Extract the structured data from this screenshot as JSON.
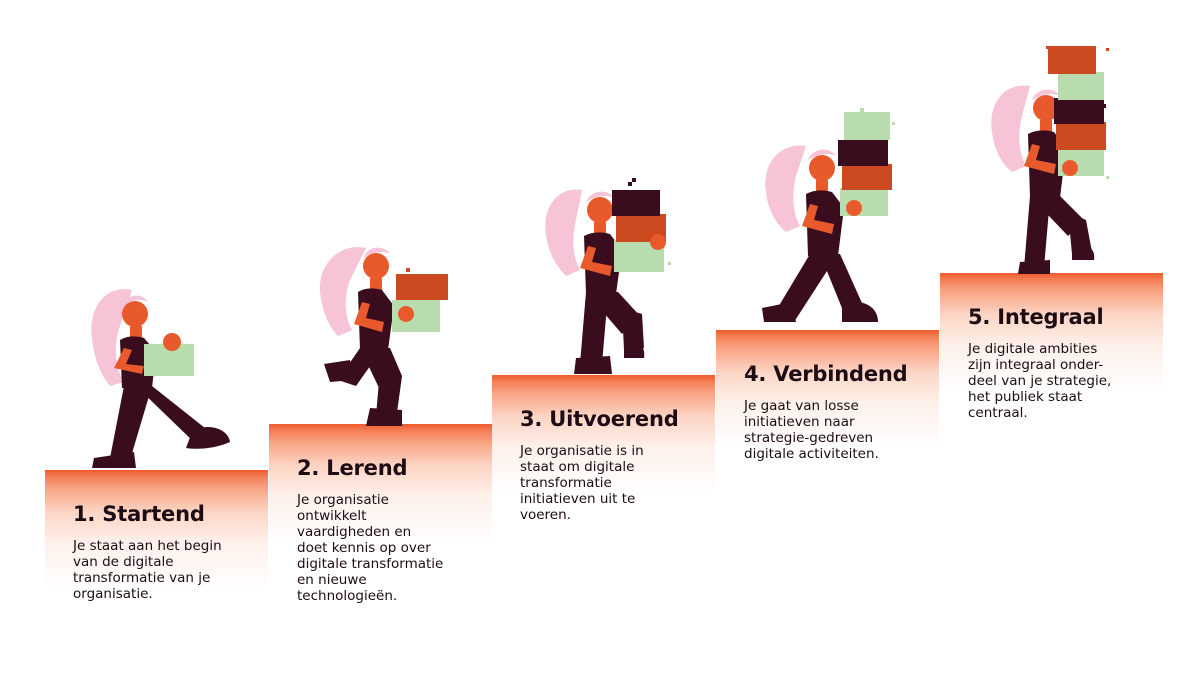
{
  "steps": [
    {
      "title": "1. Startend",
      "text": "Je staat aan het begin\nvan de digitale\ntransformatie van je\norganisatie."
    },
    {
      "title": "2. Lerend",
      "text": "Je organisatie\nontwikkelt\nvaardigheden en\ndoet kennis op over\ndigitale transformatie\nen nieuwe\ntechnologieën."
    },
    {
      "title": "3. Uitvoerend",
      "text": "Je organisatie is in\nstaat om digitale\ntransformatie\ninitiatieven uit te\nvoeren."
    },
    {
      "title": "4. Verbindend",
      "text": "Je gaat van losse\ninitiatieven naar\nstrategie-gedreven\ndigitale activiteiten."
    },
    {
      "title": "5. Integraal",
      "text": "Je digitale ambities\nzijn  integraal onder-\ndeel van je strategie,\nhet publiek staat\ncentraal."
    }
  ],
  "colors": {
    "step_top": "#ee5a2c",
    "text": "#1d0c14",
    "hair": "#f7c3d6",
    "skin": "#e85a2b",
    "clothes": "#3a0d1e",
    "box_green": "#b8dcae",
    "box_red": "#cc4a1f",
    "box_dark": "#3a0d1e"
  },
  "icons": [
    "person-carrying-boxes-icon"
  ]
}
